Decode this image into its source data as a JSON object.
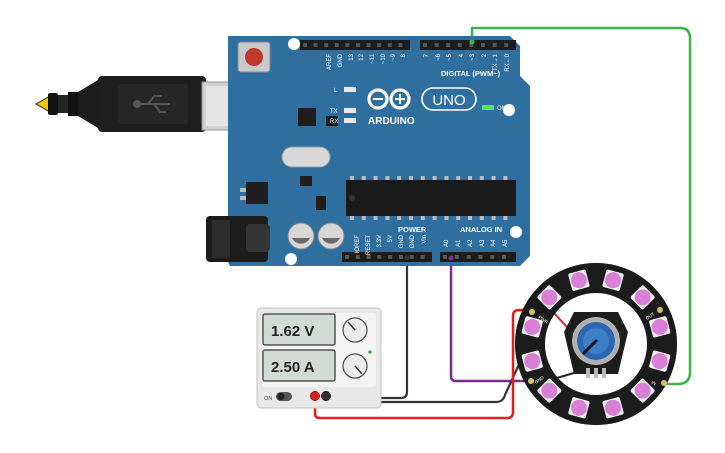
{
  "board": {
    "digital_header": "DIGITAL (PWM~)",
    "digital_pins": [
      "AREF",
      "GND",
      "13",
      "12",
      "~11",
      "~10",
      "~9",
      "8",
      "7",
      "~6",
      "~5",
      "4",
      "~3",
      "2",
      "TX→1",
      "RX←0"
    ],
    "logo_text": "ARDUINO",
    "model": "UNO",
    "on_label": "ON",
    "led_labels": {
      "l": "L",
      "tx": "TX",
      "rx": "RX"
    },
    "power_header": "POWER",
    "power_pins": [
      "IOREF",
      "RESET",
      "3.3V",
      "5V",
      "GND",
      "GND",
      "Vin"
    ],
    "analog_header": "ANALOG IN",
    "analog_pins": [
      "A0",
      "A1",
      "A2",
      "A3",
      "A4",
      "A5"
    ]
  },
  "power_supply": {
    "voltage": "1.62 V",
    "current": "2.50 A",
    "switch_label": "ON"
  },
  "neopixel_ring": {
    "pixel_count": 12,
    "pad_labels": [
      "PWR",
      "GND",
      "IN",
      "OUT"
    ]
  },
  "colors": {
    "board": "#2f6fa0",
    "wire_green": "#3bb54a",
    "wire_purple": "#7b2d8e",
    "wire_red": "#e0201f",
    "wire_dark": "#333333",
    "pixel": "#d87fd6"
  }
}
